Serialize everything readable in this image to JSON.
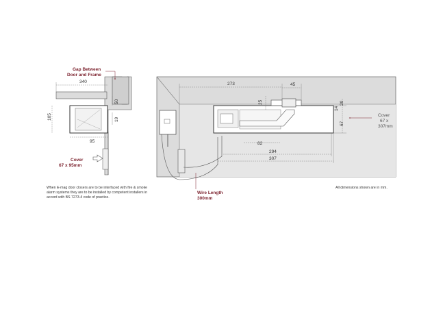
{
  "side_view": {
    "gap_label_line1": "Gap Between",
    "gap_label_line2": "Door and Frame",
    "dim_width": "340",
    "dim_height": "105",
    "dim_50": "50",
    "dim_19": "19",
    "dim_95": "95",
    "cover_title": "Cover",
    "cover_size": "67 x 95mm"
  },
  "top_view": {
    "dim_273": "273",
    "dim_45": "45",
    "dim_25": "25",
    "dim_20": "20",
    "dim_14": "14",
    "dim_67": "67",
    "dim_82": "82",
    "dim_294": "294",
    "dim_307": "307",
    "cover_title": "Cover",
    "cover_size_line1": "67 x",
    "cover_size_line2": "307mm",
    "wire_title": "Wire Length",
    "wire_size": "300mm"
  },
  "notes": {
    "installation": "When E-mag door closers are to be interfaced with fire & smoke alarm systems they are to be installed by competent installers in accord with BS 7273-4 code of practice.",
    "dimensions": "All dimensions shown are in mm."
  },
  "colors": {
    "accent": "#7a1f2b",
    "panel": "#dcdcdc",
    "line": "#444444"
  }
}
